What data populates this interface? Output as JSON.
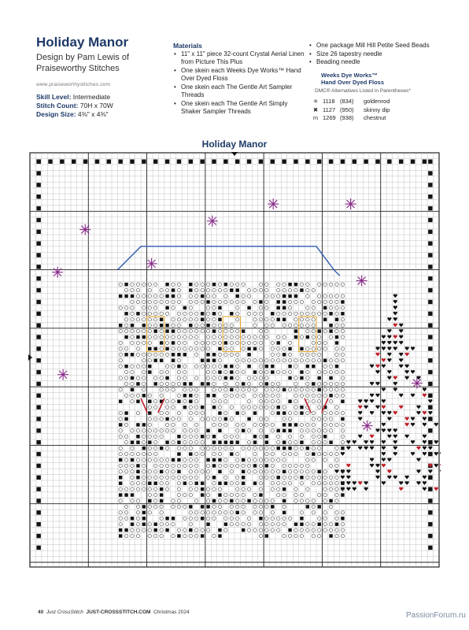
{
  "header": {
    "title": "Holiday Manor",
    "designer": "Design by Pam Lewis of Praiseworthy Stitches",
    "website": "www.praiseworthystitches.com",
    "skill_label": "Skill Level:",
    "skill_value": "Intermediate",
    "count_label": "Stitch Count:",
    "count_value": "70H x 70W",
    "size_label": "Design Size:",
    "size_value": "4⅜\" x 4⅜\""
  },
  "materials": {
    "heading": "Materials",
    "items": [
      "11\" x 11\" piece 32-count Crystal Aerial Linen from Picture This Plus",
      "One skein each Weeks Dye Works™ Hand Over Dyed Floss",
      "One skein each The Gentle Art Sampler Threads",
      "One skein each The Gentle Art Simply Shaker Sampler Threads"
    ],
    "items_right": [
      "One package Mill Hill Petite Seed Beads",
      "Size 26 tapestry needle",
      "Beading needle"
    ]
  },
  "legend": {
    "heading_line1": "Weeks Dye Works™",
    "heading_line2": "Hand Over Dyed Floss",
    "note": "DMC® Alternatives Listed in Parentheses*",
    "rows": [
      {
        "symbol": "✳",
        "code": "1118",
        "alt": "(834)",
        "name": "goldenrod"
      },
      {
        "symbol": "✖",
        "code": "1127",
        "alt": "(950)",
        "name": "skinny dip"
      },
      {
        "symbol": "m",
        "code": "1269",
        "alt": "(938)",
        "name": "chestnut"
      }
    ]
  },
  "chart": {
    "title": "Holiday Manor",
    "grid_size": 70,
    "colors": {
      "grid_line": "#9a9a9a",
      "grid_major": "#222222",
      "star": "#8a2a8a",
      "roof_outline": "#2f5ab0",
      "stitch_dark": "#111111",
      "accent_red": "#c0202a",
      "gold": "#e0a020",
      "green": "#2a8a3a"
    }
  },
  "footer": {
    "page_number": "40",
    "magazine": "Just CrossStitch",
    "site": "JUST-CROSSSTITCH.COM",
    "issue": "Christmas 2024"
  },
  "watermark": "PassionForum.ru"
}
